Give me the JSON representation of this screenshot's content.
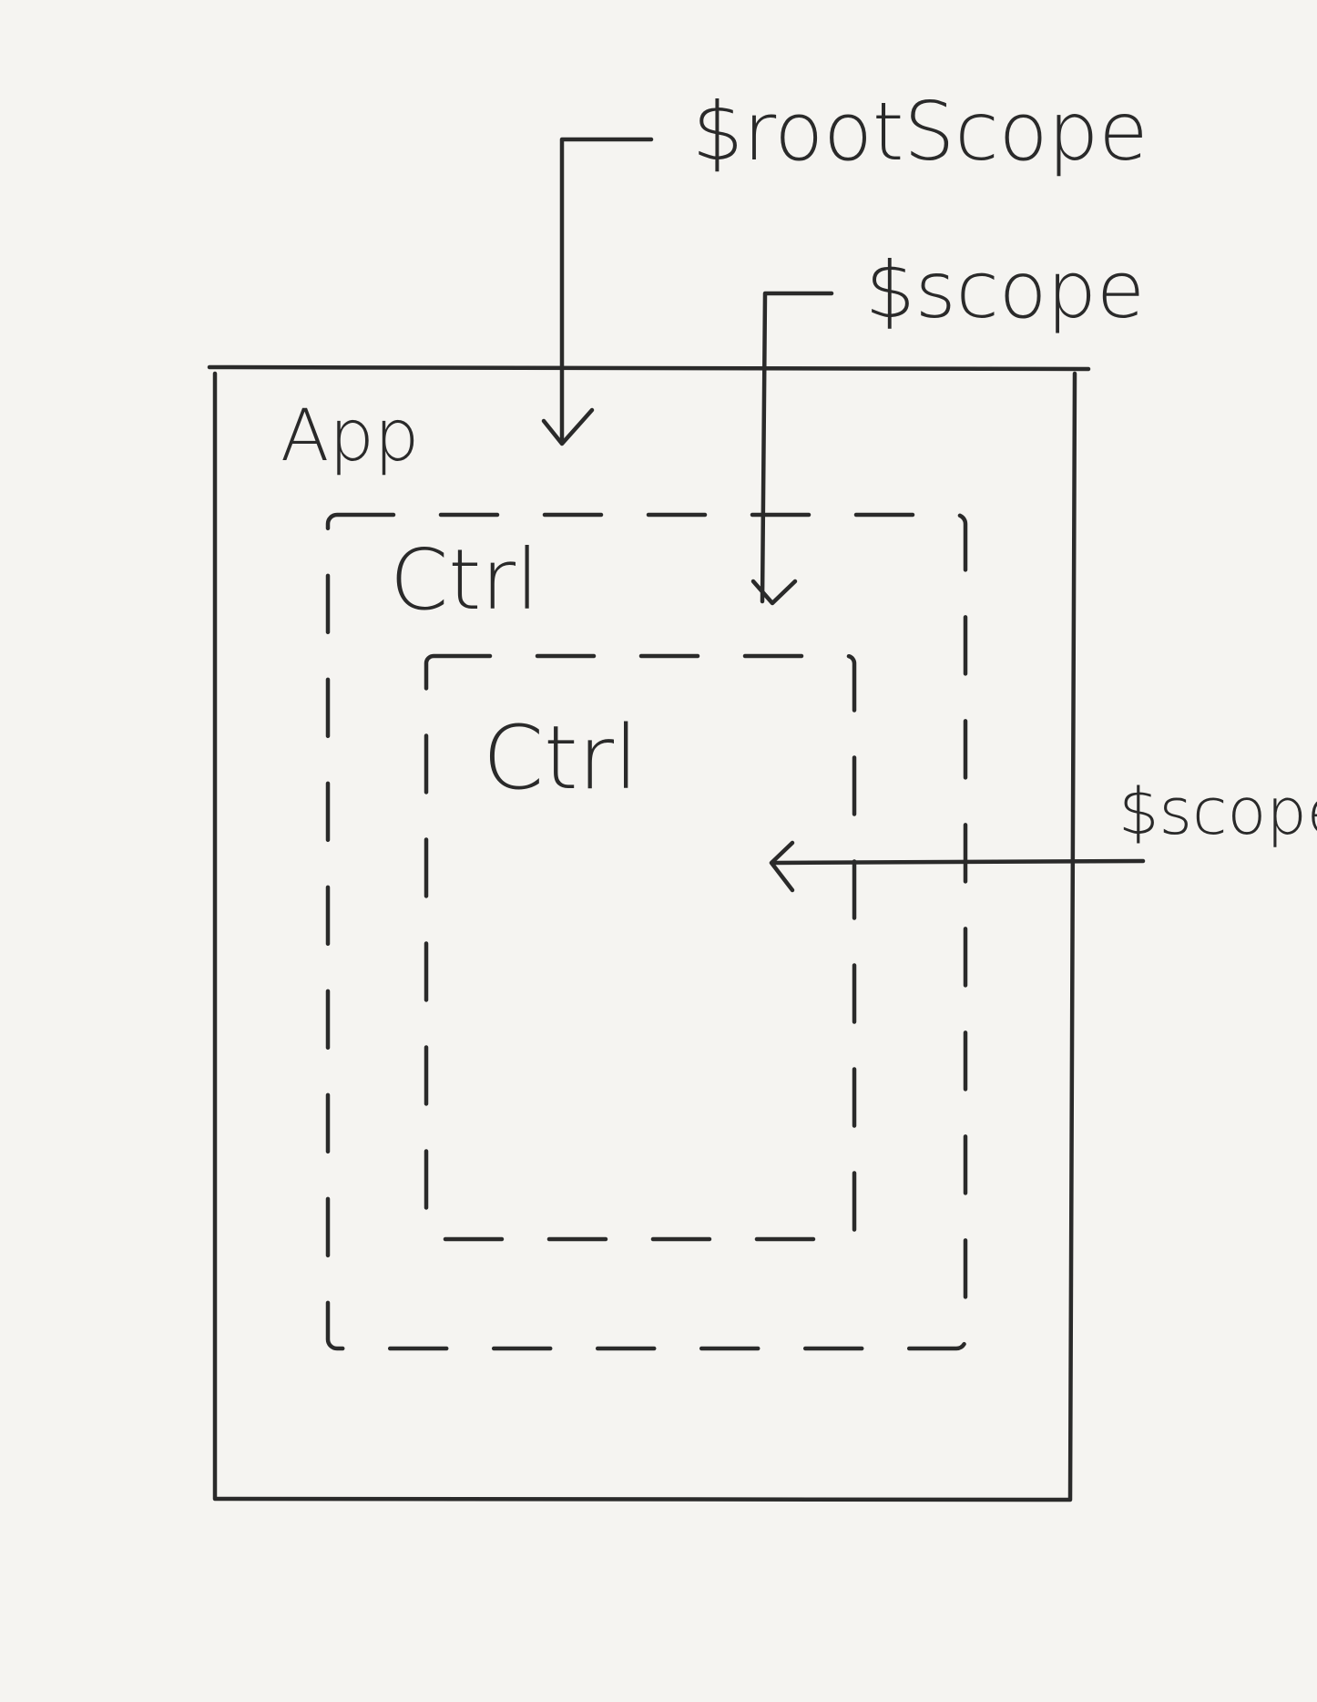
{
  "diagram": {
    "labels": {
      "root_scope": "$rootScope",
      "scope_top": "$scope",
      "scope_right": "$scope",
      "app": "App",
      "ctrl_outer": "Ctrl",
      "ctrl_inner": "Ctrl"
    },
    "colors": {
      "background": "#f5f4f1",
      "ink": "#2a2a2a"
    }
  }
}
